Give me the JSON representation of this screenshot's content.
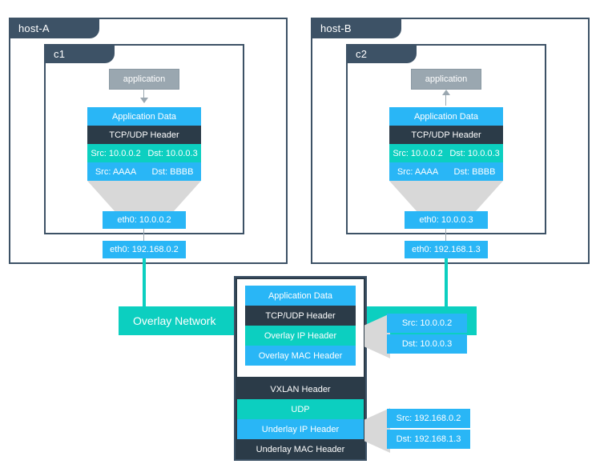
{
  "diagram": {
    "title": "VXLAN overlay network packet encapsulation between two hosts",
    "colors": {
      "blue": "#29b6f6",
      "navy": "#2b3b48",
      "teal": "#0ccfc0",
      "panel_border": "#3d5266",
      "grey_app": "#9aa7b0",
      "grey_funnel": "#d8d8d8"
    }
  },
  "hosts": [
    {
      "name": "host-A",
      "container": {
        "name": "c1",
        "application_label": "application",
        "arrow_direction": "down",
        "packet_layers": [
          {
            "label": "Application Data",
            "color": "blue"
          },
          {
            "label": "TCP/UDP Header",
            "color": "navy"
          },
          {
            "src": "Src: 10.0.0.2",
            "dst": "Dst: 10.0.0.3",
            "color": "teal"
          },
          {
            "src": "Src: AAAA",
            "dst": "Dst: BBBB",
            "color": "blue"
          }
        ],
        "interface": "eth0: 10.0.0.2"
      },
      "host_interface": "eth0: 192.168.0.2"
    },
    {
      "name": "host-B",
      "container": {
        "name": "c2",
        "application_label": "application",
        "arrow_direction": "up",
        "packet_layers": [
          {
            "label": "Application Data",
            "color": "blue"
          },
          {
            "label": "TCP/UDP Header",
            "color": "navy"
          },
          {
            "src": "Src: 10.0.0.2",
            "dst": "Dst: 10.0.0.3",
            "color": "teal"
          },
          {
            "src": "Src: AAAA",
            "dst": "Dst: BBBB",
            "color": "blue"
          }
        ],
        "interface": "eth0: 10.0.0.3"
      },
      "host_interface": "eth0: 192.168.1.3"
    }
  ],
  "overlay": {
    "label": "Overlay Network"
  },
  "encapsulated_packet": {
    "inner_layers": [
      {
        "label": "Application Data",
        "color": "blue"
      },
      {
        "label": "TCP/UDP Header",
        "color": "navy"
      },
      {
        "label": "Overlay IP Header",
        "color": "teal"
      },
      {
        "label": "Overlay MAC Header",
        "color": "blue"
      }
    ],
    "outer_layers": [
      {
        "label": "VXLAN Header",
        "color": "navy"
      },
      {
        "label": "UDP",
        "color": "teal"
      },
      {
        "label": "Underlay IP Header",
        "color": "blue"
      },
      {
        "label": "Underlay MAC Header",
        "color": "navy"
      }
    ]
  },
  "callouts": [
    {
      "points_at": "Overlay IP Header",
      "src": "Src: 10.0.0.2",
      "dst": "Dst: 10.0.0.3"
    },
    {
      "points_at": "Underlay IP Header",
      "src": "Src: 192.168.0.2",
      "dst": "Dst: 192.168.1.3"
    }
  ]
}
